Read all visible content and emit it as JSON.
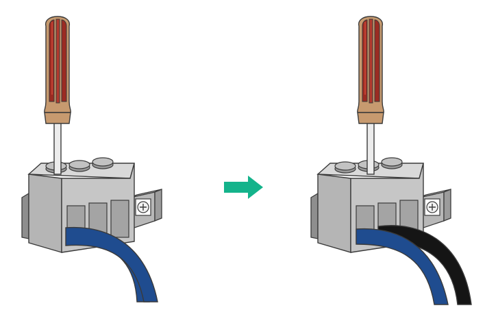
{
  "colors": {
    "background": "#ffffff",
    "handle_tan": "#c79a6f",
    "handle_red": "#9b2b22",
    "shaft": "#ebebeb",
    "block_front": "#c4c4c4",
    "block_top": "#d9d9d9",
    "block_side": "#b0b0b0",
    "slot_dark": "#9a9a9a",
    "outline": "#3a3a3a",
    "wire_blue": "#1f4c8f",
    "wire_black": "#151515",
    "arrow_teal": "#14b38b"
  },
  "panels": [
    {
      "state": "before",
      "wires": [
        "blue"
      ]
    },
    {
      "state": "after",
      "wires": [
        "blue",
        "black"
      ]
    }
  ],
  "icons": {
    "tool": "screwdriver-icon",
    "connector": "terminal-block-icon",
    "transition": "right-arrow-icon"
  }
}
